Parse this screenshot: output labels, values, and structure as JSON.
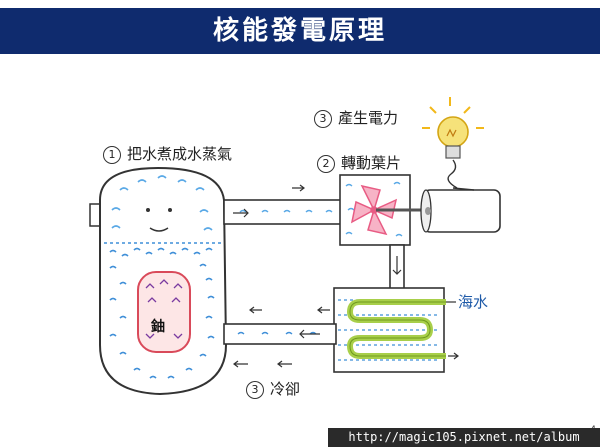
{
  "title": "核能發電原理",
  "steps": {
    "step1": {
      "number": "1",
      "label": "把水煮成水蒸氣"
    },
    "step2": {
      "number": "2",
      "label": "轉動葉片"
    },
    "step3_power": {
      "number": "3",
      "label": "產生電力"
    },
    "step3_cool": {
      "number": "3",
      "label": "冷卻"
    }
  },
  "seawater_label": "海水",
  "uranium_label": "鈾",
  "page_number": "4",
  "watermark": "http://magic105.pixnet.net/album",
  "colors": {
    "title_bar": "#0f2b6e",
    "water": "#5aa9e6",
    "uranium_rod": "#d94a5a",
    "fan_blades": "#e85c84",
    "bulb": "#f2d43a",
    "seawater_pipe": "#a8cf4a",
    "seawater_text": "#1e5aa8"
  },
  "icons": [
    "smiley-face-icon",
    "fan-icon",
    "generator-icon",
    "light-bulb-icon",
    "uranium-core-icon"
  ]
}
